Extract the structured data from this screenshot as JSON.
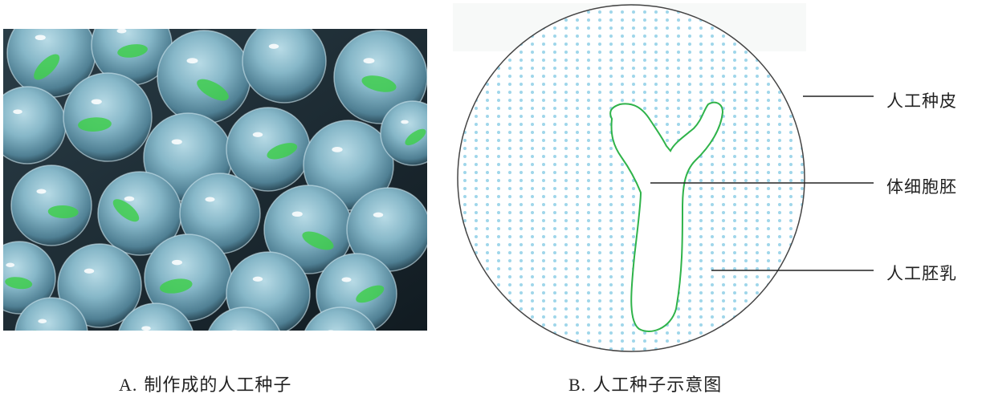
{
  "panel_a": {
    "caption_letter": "A.",
    "caption_text": "制作成的人工种子"
  },
  "panel_b": {
    "caption_letter": "B.",
    "caption_text": "人工种子示意图",
    "labels": {
      "seed_coat": "人工种皮",
      "somatic_embryo": "体细胞胚",
      "endosperm": "人工胚乳"
    }
  },
  "colors": {
    "dot": "#9fd6ea",
    "embryo_outline": "#2fb34a",
    "circle_outline": "#444444",
    "bead": "#7fb0c4",
    "tissue": "#3fce4e"
  }
}
